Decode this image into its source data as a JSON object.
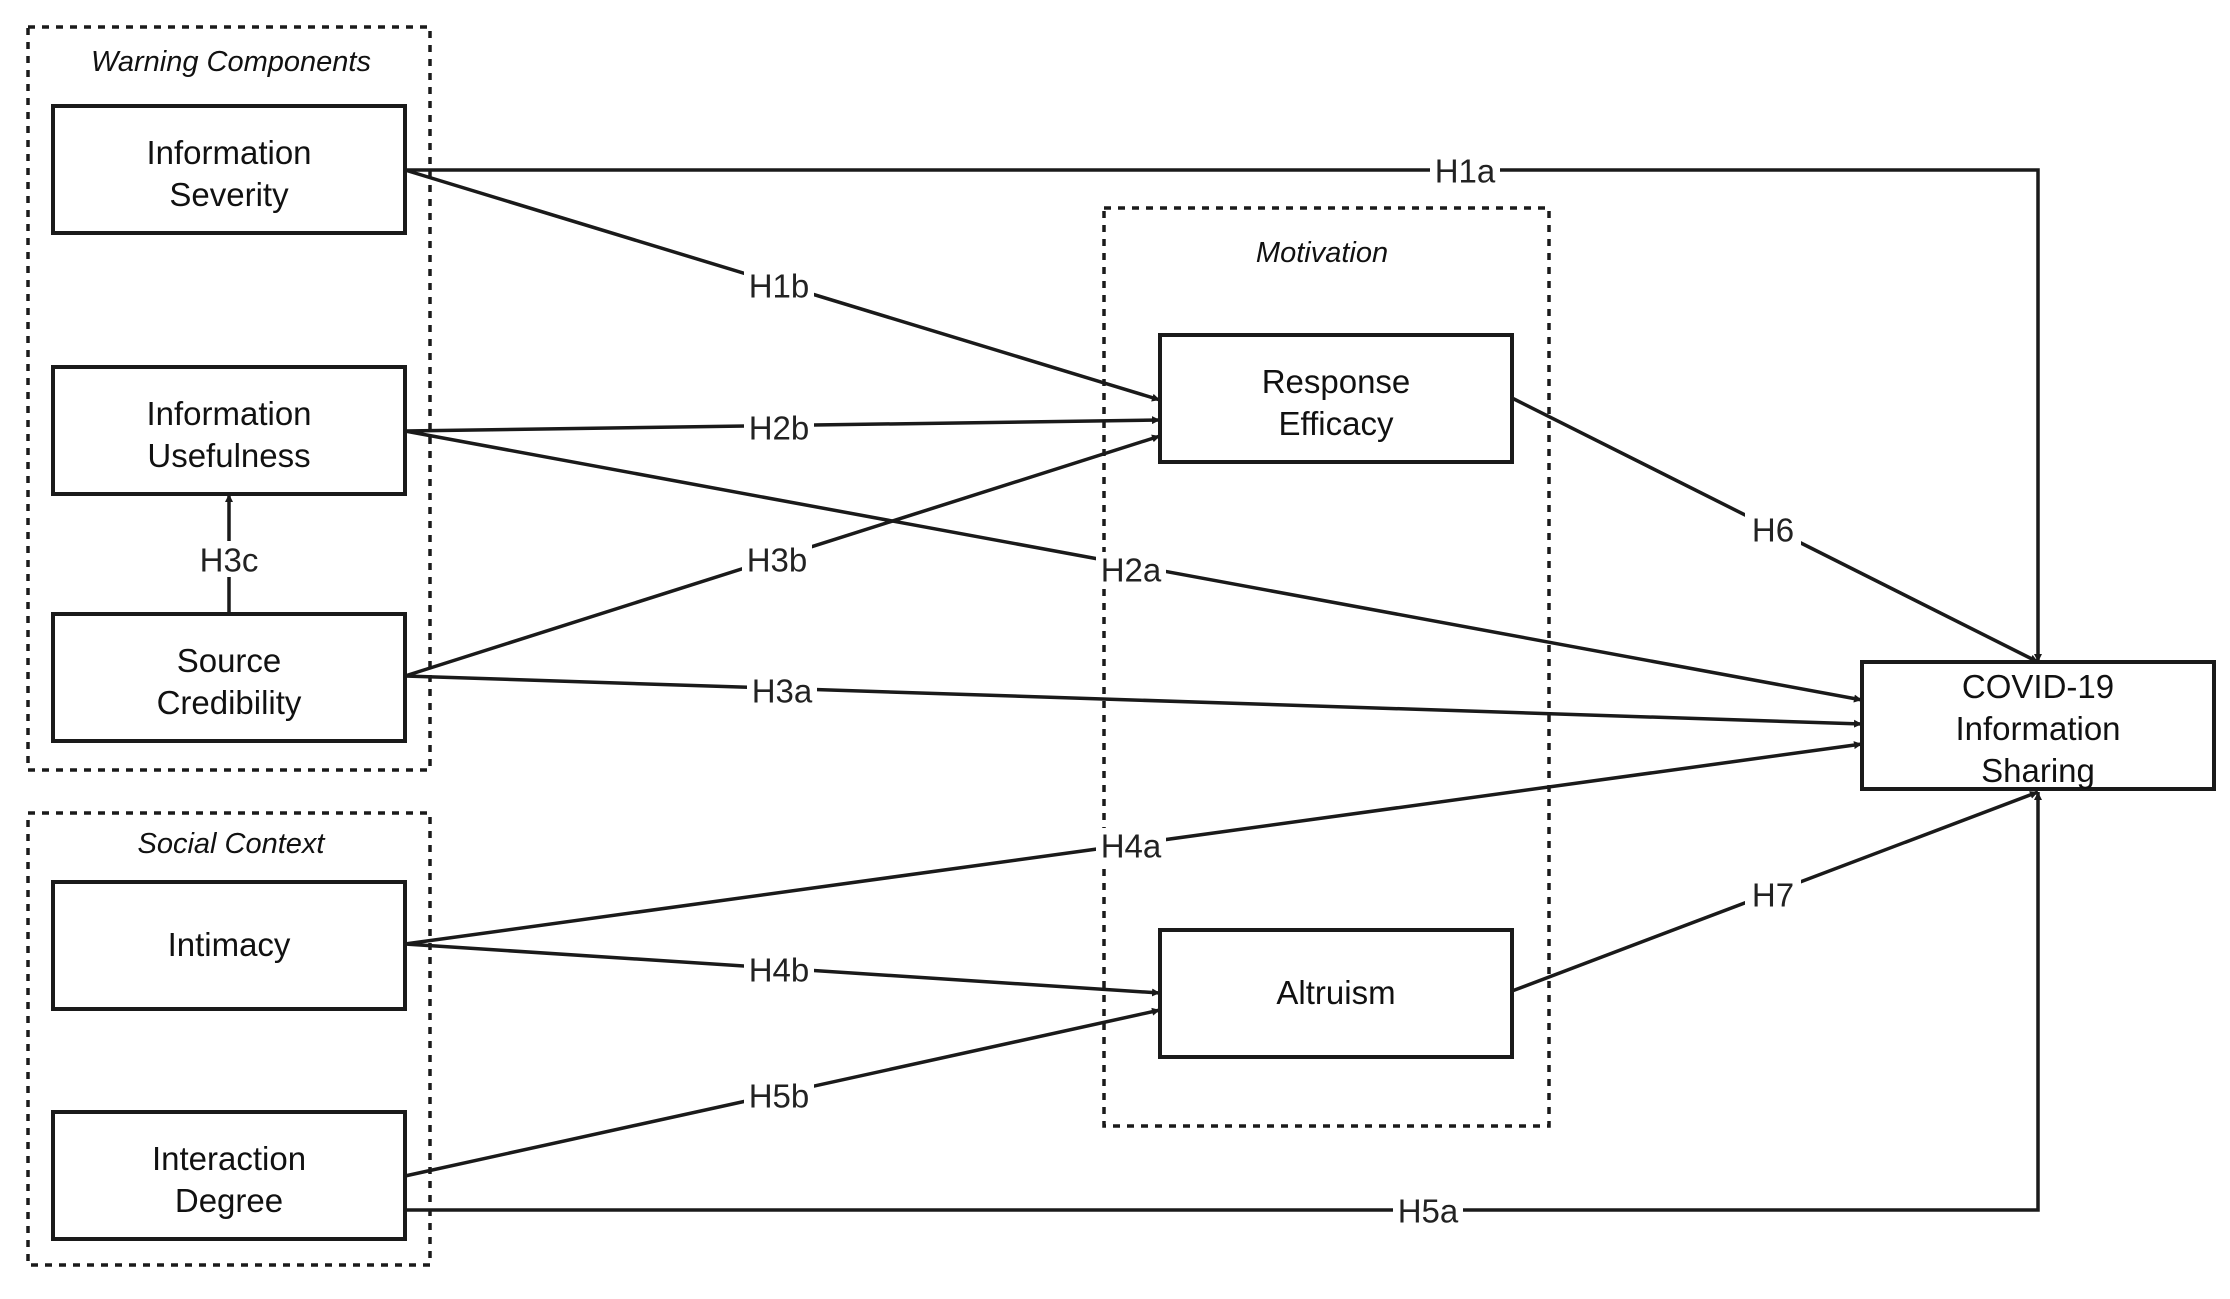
{
  "groups": {
    "warning": {
      "label": "Warning Components"
    },
    "social": {
      "label": "Social Context"
    },
    "motivation": {
      "label": "Motivation"
    }
  },
  "nodes": {
    "info_severity": {
      "lines": [
        "Information",
        "Severity"
      ]
    },
    "info_usefulness": {
      "lines": [
        "Information",
        "Usefulness"
      ]
    },
    "source_credibility": {
      "lines": [
        "Source",
        "Credibility"
      ]
    },
    "intimacy": {
      "lines": [
        "Intimacy"
      ]
    },
    "interaction_degree": {
      "lines": [
        "Interaction",
        "Degree"
      ]
    },
    "response_efficacy": {
      "lines": [
        "Response",
        "Efficacy"
      ]
    },
    "altruism": {
      "lines": [
        "Altruism"
      ]
    },
    "covid_sharing": {
      "lines": [
        "COVID-19",
        "Information",
        "Sharing"
      ]
    }
  },
  "edges": [
    {
      "id": "h1a",
      "label": "H1a",
      "from": "info_severity",
      "to": "covid_sharing"
    },
    {
      "id": "h1b",
      "label": "H1b",
      "from": "info_severity",
      "to": "response_efficacy"
    },
    {
      "id": "h2b",
      "label": "H2b",
      "from": "info_usefulness",
      "to": "response_efficacy"
    },
    {
      "id": "h2a",
      "label": "H2a",
      "from": "info_usefulness",
      "to": "covid_sharing"
    },
    {
      "id": "h3c",
      "label": "H3c",
      "from": "source_credibility",
      "to": "info_usefulness"
    },
    {
      "id": "h3b",
      "label": "H3b",
      "from": "source_credibility",
      "to": "response_efficacy"
    },
    {
      "id": "h3a",
      "label": "H3a",
      "from": "source_credibility",
      "to": "covid_sharing"
    },
    {
      "id": "h4a",
      "label": "H4a",
      "from": "intimacy",
      "to": "covid_sharing"
    },
    {
      "id": "h4b",
      "label": "H4b",
      "from": "intimacy",
      "to": "altruism"
    },
    {
      "id": "h5b",
      "label": "H5b",
      "from": "interaction_degree",
      "to": "altruism"
    },
    {
      "id": "h5a",
      "label": "H5a",
      "from": "interaction_degree",
      "to": "covid_sharing"
    },
    {
      "id": "h6",
      "label": "H6",
      "from": "response_efficacy",
      "to": "covid_sharing"
    },
    {
      "id": "h7",
      "label": "H7",
      "from": "altruism",
      "to": "covid_sharing"
    }
  ]
}
